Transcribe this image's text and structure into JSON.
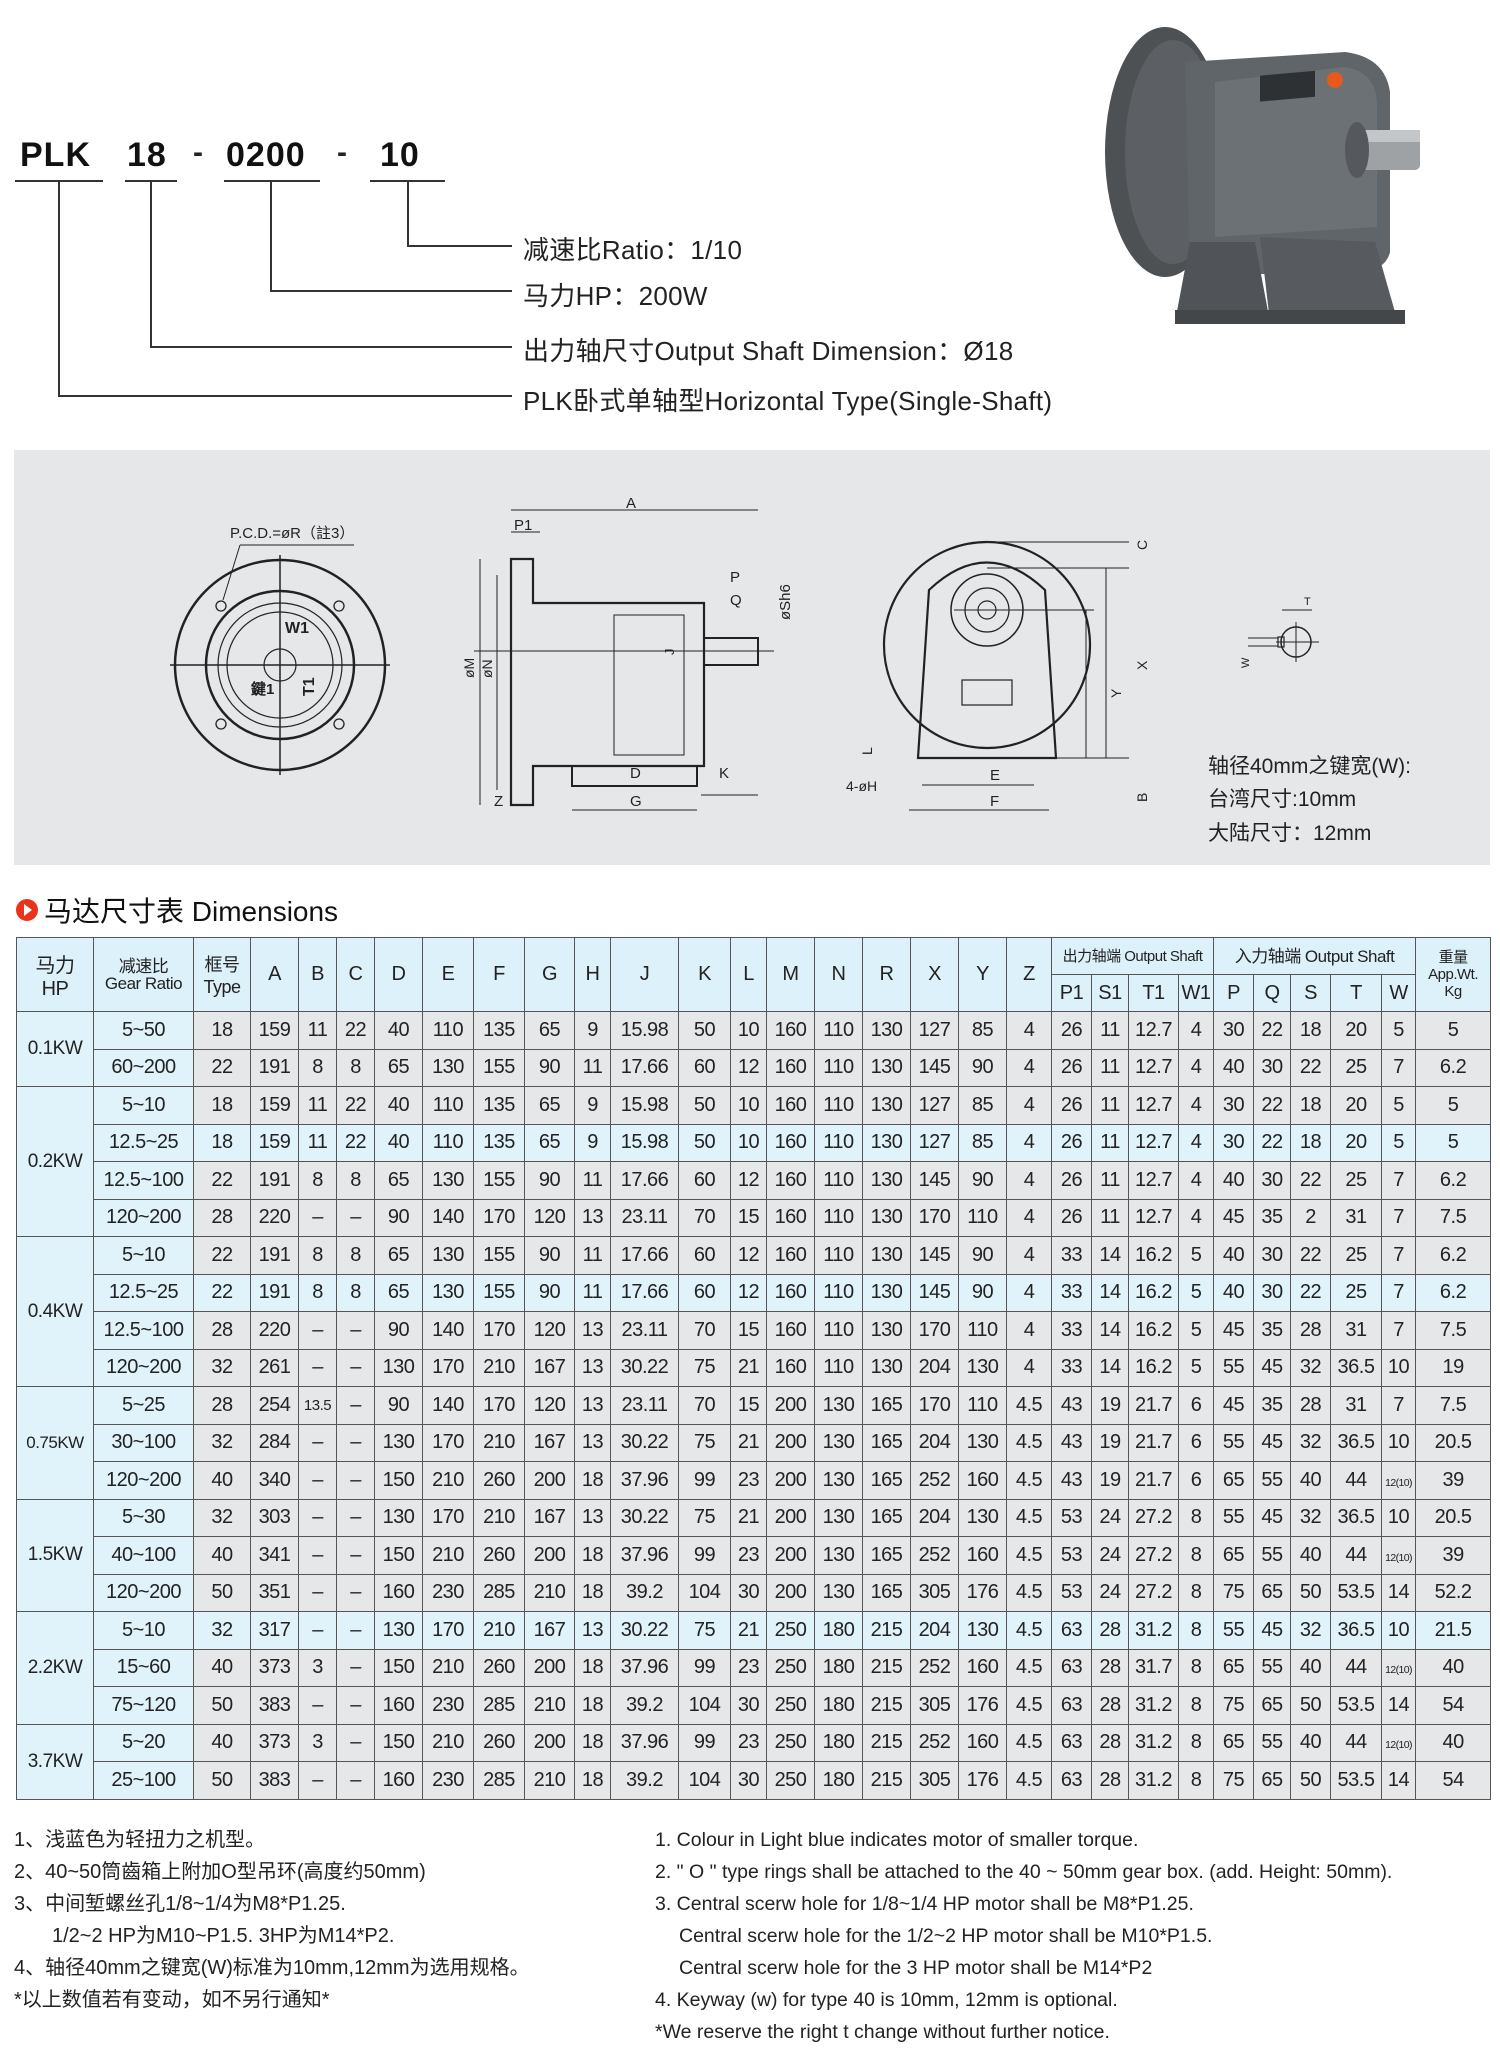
{
  "model_code": {
    "parts": [
      "PLK",
      "18",
      "0200",
      "10"
    ],
    "separator": "-"
  },
  "legend": [
    "减速比Ratio：1/10",
    "马力HP：200W",
    "出力轴尺寸Output Shaft Dimension：Ø18",
    "PLK卧式单轴型Horizontal Type(Single-Shaft)"
  ],
  "diagram": {
    "pcd": "P.C.D.=øR（註3）",
    "w1": "W1",
    "t1": "T1",
    "key1": "鍵1",
    "a": "A",
    "p1": "P1",
    "p": "P",
    "q": "Q",
    "sh6": "øSh6",
    "m": "øM",
    "n": "øN",
    "j": "J",
    "d": "D",
    "g": "G",
    "k": "K",
    "z": "Z",
    "c": "C",
    "x": "X",
    "y": "Y",
    "b": "B",
    "e": "E",
    "f": "F",
    "l": "L",
    "h4": "4-øH",
    "t": "T",
    "w": "W",
    "note": [
      "轴径40mm之键宽(W):",
      "台湾尺寸:10mm",
      "大陆尺寸：12mm"
    ]
  },
  "section_title": "马达尺寸表 Dimensions",
  "table": {
    "hp_header": [
      "马力",
      "HP"
    ],
    "ratio_header": [
      "减速比",
      "Gear Ratio"
    ],
    "type_header": [
      "框号",
      "Type"
    ],
    "dim_headers": [
      "A",
      "B",
      "C",
      "D",
      "E",
      "F",
      "G",
      "H",
      "J",
      "K",
      "L",
      "M",
      "N",
      "R",
      "X",
      "Y",
      "Z"
    ],
    "output_group": "出力轴端 Output Shaft",
    "output_cols": [
      "P1",
      "S1",
      "T1",
      "W1"
    ],
    "input_group": "入力轴端 Output Shaft",
    "input_cols": [
      "P",
      "Q",
      "S",
      "T",
      "W"
    ],
    "weight_header": [
      "重量",
      "App.Wt.",
      "Kg"
    ],
    "groups": [
      {
        "hp": "0.1KW",
        "rows": [
          {
            "blue": false,
            "v": [
              "5~50",
              "18",
              "159",
              "11",
              "22",
              "40",
              "110",
              "135",
              "65",
              "9",
              "15.98",
              "50",
              "10",
              "160",
              "110",
              "130",
              "127",
              "85",
              "4",
              "26",
              "11",
              "12.7",
              "4",
              "30",
              "22",
              "18",
              "20",
              "5",
              "5"
            ]
          },
          {
            "blue": false,
            "v": [
              "60~200",
              "22",
              "191",
              "8",
              "8",
              "65",
              "130",
              "155",
              "90",
              "11",
              "17.66",
              "60",
              "12",
              "160",
              "110",
              "130",
              "145",
              "90",
              "4",
              "26",
              "11",
              "12.7",
              "4",
              "40",
              "30",
              "22",
              "25",
              "7",
              "6.2"
            ]
          }
        ]
      },
      {
        "hp": "0.2KW",
        "rows": [
          {
            "blue": false,
            "v": [
              "5~10",
              "18",
              "159",
              "11",
              "22",
              "40",
              "110",
              "135",
              "65",
              "9",
              "15.98",
              "50",
              "10",
              "160",
              "110",
              "130",
              "127",
              "85",
              "4",
              "26",
              "11",
              "12.7",
              "4",
              "30",
              "22",
              "18",
              "20",
              "5",
              "5"
            ]
          },
          {
            "blue": true,
            "v": [
              "12.5~25",
              "18",
              "159",
              "11",
              "22",
              "40",
              "110",
              "135",
              "65",
              "9",
              "15.98",
              "50",
              "10",
              "160",
              "110",
              "130",
              "127",
              "85",
              "4",
              "26",
              "11",
              "12.7",
              "4",
              "30",
              "22",
              "18",
              "20",
              "5",
              "5"
            ]
          },
          {
            "blue": false,
            "v": [
              "12.5~100",
              "22",
              "191",
              "8",
              "8",
              "65",
              "130",
              "155",
              "90",
              "11",
              "17.66",
              "60",
              "12",
              "160",
              "110",
              "130",
              "145",
              "90",
              "4",
              "26",
              "11",
              "12.7",
              "4",
              "40",
              "30",
              "22",
              "25",
              "7",
              "6.2"
            ]
          },
          {
            "blue": false,
            "v": [
              "120~200",
              "28",
              "220",
              "–",
              "–",
              "90",
              "140",
              "170",
              "120",
              "13",
              "23.11",
              "70",
              "15",
              "160",
              "110",
              "130",
              "170",
              "110",
              "4",
              "26",
              "11",
              "12.7",
              "4",
              "45",
              "35",
              "2",
              "31",
              "7",
              "7.5"
            ]
          }
        ]
      },
      {
        "hp": "0.4KW",
        "rows": [
          {
            "blue": false,
            "v": [
              "5~10",
              "22",
              "191",
              "8",
              "8",
              "65",
              "130",
              "155",
              "90",
              "11",
              "17.66",
              "60",
              "12",
              "160",
              "110",
              "130",
              "145",
              "90",
              "4",
              "33",
              "14",
              "16.2",
              "5",
              "40",
              "30",
              "22",
              "25",
              "7",
              "6.2"
            ]
          },
          {
            "blue": true,
            "v": [
              "12.5~25",
              "22",
              "191",
              "8",
              "8",
              "65",
              "130",
              "155",
              "90",
              "11",
              "17.66",
              "60",
              "12",
              "160",
              "110",
              "130",
              "145",
              "90",
              "4",
              "33",
              "14",
              "16.2",
              "5",
              "40",
              "30",
              "22",
              "25",
              "7",
              "6.2"
            ]
          },
          {
            "blue": false,
            "v": [
              "12.5~100",
              "28",
              "220",
              "–",
              "–",
              "90",
              "140",
              "170",
              "120",
              "13",
              "23.11",
              "70",
              "15",
              "160",
              "110",
              "130",
              "170",
              "110",
              "4",
              "33",
              "14",
              "16.2",
              "5",
              "45",
              "35",
              "28",
              "31",
              "7",
              "7.5"
            ]
          },
          {
            "blue": false,
            "v": [
              "120~200",
              "32",
              "261",
              "–",
              "–",
              "130",
              "170",
              "210",
              "167",
              "13",
              "30.22",
              "75",
              "21",
              "160",
              "110",
              "130",
              "204",
              "130",
              "4",
              "33",
              "14",
              "16.2",
              "5",
              "55",
              "45",
              "32",
              "36.5",
              "10",
              "19"
            ]
          }
        ]
      },
      {
        "hp": "0.75KW",
        "rows": [
          {
            "blue": false,
            "v": [
              "5~25",
              "28",
              "254",
              "13.5",
              "–",
              "90",
              "140",
              "170",
              "120",
              "13",
              "23.11",
              "70",
              "15",
              "200",
              "130",
              "165",
              "170",
              "110",
              "4.5",
              "43",
              "19",
              "21.7",
              "6",
              "45",
              "35",
              "28",
              "31",
              "7",
              "7.5"
            ]
          },
          {
            "blue": false,
            "v": [
              "30~100",
              "32",
              "284",
              "–",
              "–",
              "130",
              "170",
              "210",
              "167",
              "13",
              "30.22",
              "75",
              "21",
              "200",
              "130",
              "165",
              "204",
              "130",
              "4.5",
              "43",
              "19",
              "21.7",
              "6",
              "55",
              "45",
              "32",
              "36.5",
              "10",
              "20.5"
            ]
          },
          {
            "blue": false,
            "v": [
              "120~200",
              "40",
              "340",
              "–",
              "–",
              "150",
              "210",
              "260",
              "200",
              "18",
              "37.96",
              "99",
              "23",
              "200",
              "130",
              "165",
              "252",
              "160",
              "4.5",
              "43",
              "19",
              "21.7",
              "6",
              "65",
              "55",
              "40",
              "44",
              "12(10)",
              "39"
            ]
          }
        ]
      },
      {
        "hp": "1.5KW",
        "rows": [
          {
            "blue": false,
            "v": [
              "5~30",
              "32",
              "303",
              "–",
              "–",
              "130",
              "170",
              "210",
              "167",
              "13",
              "30.22",
              "75",
              "21",
              "200",
              "130",
              "165",
              "204",
              "130",
              "4.5",
              "53",
              "24",
              "27.2",
              "8",
              "55",
              "45",
              "32",
              "36.5",
              "10",
              "20.5"
            ]
          },
          {
            "blue": false,
            "v": [
              "40~100",
              "40",
              "341",
              "–",
              "–",
              "150",
              "210",
              "260",
              "200",
              "18",
              "37.96",
              "99",
              "23",
              "200",
              "130",
              "165",
              "252",
              "160",
              "4.5",
              "53",
              "24",
              "27.2",
              "8",
              "65",
              "55",
              "40",
              "44",
              "12(10)",
              "39"
            ]
          },
          {
            "blue": false,
            "v": [
              "120~200",
              "50",
              "351",
              "–",
              "–",
              "160",
              "230",
              "285",
              "210",
              "18",
              "39.2",
              "104",
              "30",
              "200",
              "130",
              "165",
              "305",
              "176",
              "4.5",
              "53",
              "24",
              "27.2",
              "8",
              "75",
              "65",
              "50",
              "53.5",
              "14",
              "52.2"
            ]
          }
        ]
      },
      {
        "hp": "2.2KW",
        "rows": [
          {
            "blue": true,
            "v": [
              "5~10",
              "32",
              "317",
              "–",
              "–",
              "130",
              "170",
              "210",
              "167",
              "13",
              "30.22",
              "75",
              "21",
              "250",
              "180",
              "215",
              "204",
              "130",
              "4.5",
              "63",
              "28",
              "31.2",
              "8",
              "55",
              "45",
              "32",
              "36.5",
              "10",
              "21.5"
            ]
          },
          {
            "blue": false,
            "v": [
              "15~60",
              "40",
              "373",
              "3",
              "–",
              "150",
              "210",
              "260",
              "200",
              "18",
              "37.96",
              "99",
              "23",
              "250",
              "180",
              "215",
              "252",
              "160",
              "4.5",
              "63",
              "28",
              "31.7",
              "8",
              "65",
              "55",
              "40",
              "44",
              "12(10)",
              "40"
            ]
          },
          {
            "blue": false,
            "v": [
              "75~120",
              "50",
              "383",
              "–",
              "–",
              "160",
              "230",
              "285",
              "210",
              "18",
              "39.2",
              "104",
              "30",
              "250",
              "180",
              "215",
              "305",
              "176",
              "4.5",
              "63",
              "28",
              "31.2",
              "8",
              "75",
              "65",
              "50",
              "53.5",
              "14",
              "54"
            ]
          }
        ]
      },
      {
        "hp": "3.7KW",
        "rows": [
          {
            "blue": false,
            "v": [
              "5~20",
              "40",
              "373",
              "3",
              "–",
              "150",
              "210",
              "260",
              "200",
              "18",
              "37.96",
              "99",
              "23",
              "250",
              "180",
              "215",
              "252",
              "160",
              "4.5",
              "63",
              "28",
              "31.2",
              "8",
              "65",
              "55",
              "40",
              "44",
              "12(10)",
              "40"
            ]
          },
          {
            "blue": false,
            "v": [
              "25~100",
              "50",
              "383",
              "–",
              "–",
              "160",
              "230",
              "285",
              "210",
              "18",
              "39.2",
              "104",
              "30",
              "250",
              "180",
              "215",
              "305",
              "176",
              "4.5",
              "63",
              "28",
              "31.2",
              "8",
              "75",
              "65",
              "50",
              "53.5",
              "14",
              "54"
            ]
          }
        ]
      }
    ]
  },
  "notes_cn": [
    "1、浅蓝色为轻扭力之机型。",
    "2、40~50筒齒箱上附加O型吊环(高度约50mm)",
    "3、中间堑螺丝孔1/8~1/4为M8*P1.25.",
    "1/2~2  HP为M10~P1.5.  3HP为M14*P2.",
    "4、轴径40mm之键宽(W)标准为10mm,12mm为选用规格。",
    "*以上数值若有变动，如不另行通知*"
  ],
  "notes_en": [
    "1. Colour in Light blue indicates motor of smaller torque.",
    "2. \" O \" type rings shall be attached to the 40 ~ 50mm gear box. (add. Height: 50mm).",
    "3. Central scerw hole for 1/8~1/4 HP motor shall be M8*P1.25.",
    "Central scerw hole for the 1/2~2 HP motor shall be M10*P1.5.",
    "Central scerw hole for the 3 HP motor shall be M14*P2",
    "4. Keyway (w) for type 40 is 10mm, 12mm is optional.",
    "*We reserve the right t change without further notice."
  ]
}
